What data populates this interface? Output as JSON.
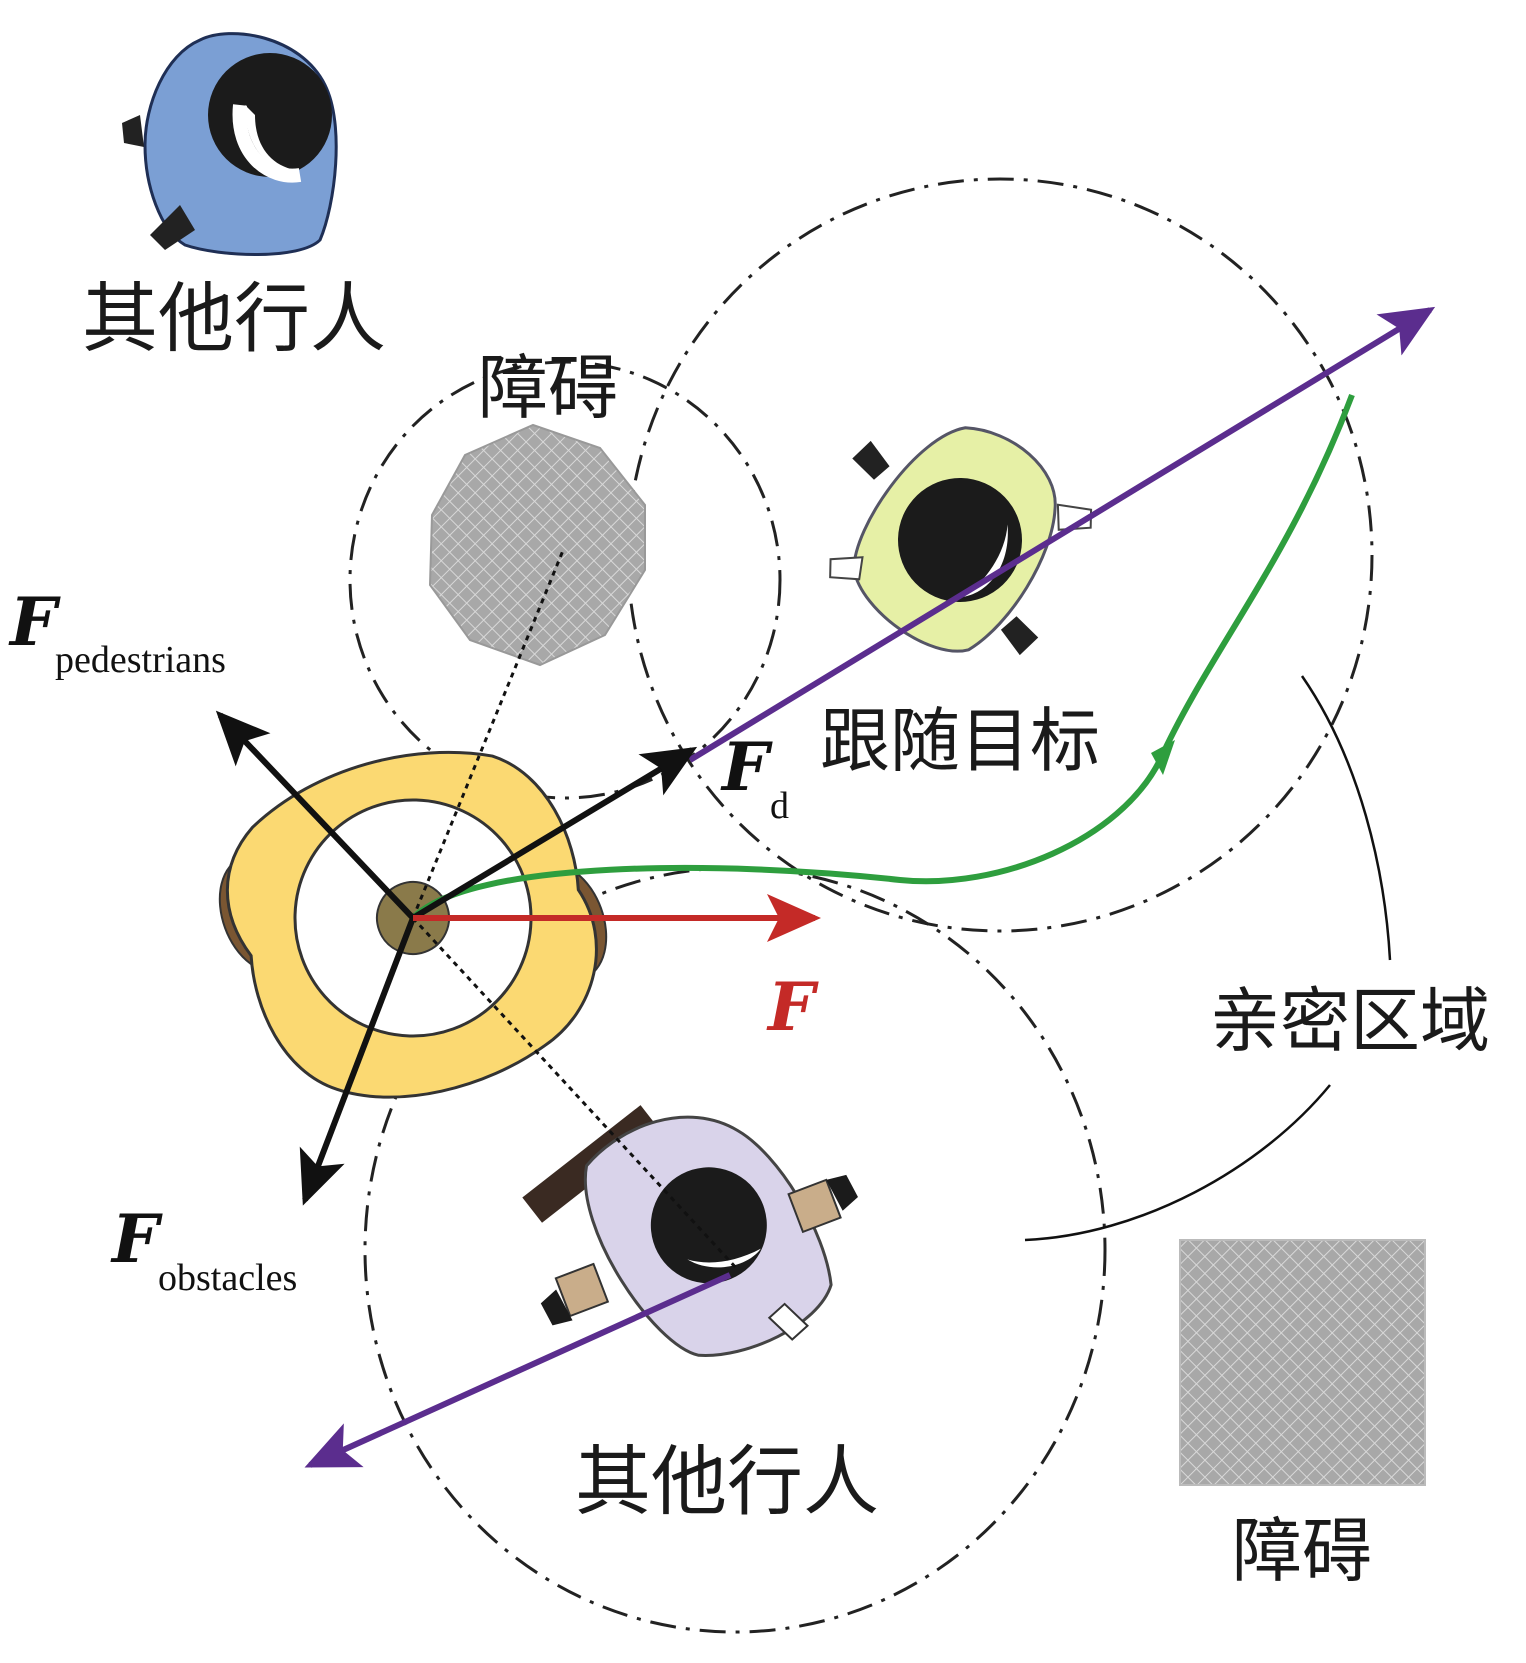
{
  "labels": {
    "pedestrian_top": "其他行人",
    "obstacle_top": "障碍",
    "follow_target": "跟随目标",
    "intimate_zone": "亲密区域",
    "pedestrian_bottom": "其他行人",
    "obstacle_bottom": "障碍"
  },
  "forces": {
    "pedestrians": {
      "symbol": "F",
      "subscript": "pedestrians"
    },
    "desired": {
      "symbol": "F",
      "subscript": "d"
    },
    "resultant": {
      "symbol": "F"
    },
    "obstacles": {
      "symbol": "F",
      "subscript": "obstacles"
    }
  },
  "colors": {
    "trajectory": "#2e9e3e",
    "resultant_force": "#c42a27",
    "pedestrian_velocity": "#5b2d8e",
    "robot_body": "#fbd972",
    "robot_wheels": "#7a5632",
    "robot_hub": "#8a7a4a",
    "target_shirt": "#e6f0a6",
    "top_pedestrian_shirt": "#7b9fd4",
    "bottom_pedestrian_shirt": "#d9d3ea",
    "obstacle_fill": "#9a9a9a"
  },
  "icons": [
    "robot-icon",
    "pedestrian-icon",
    "target-person-icon",
    "obstacle-octagon-icon",
    "obstacle-square-icon"
  ]
}
